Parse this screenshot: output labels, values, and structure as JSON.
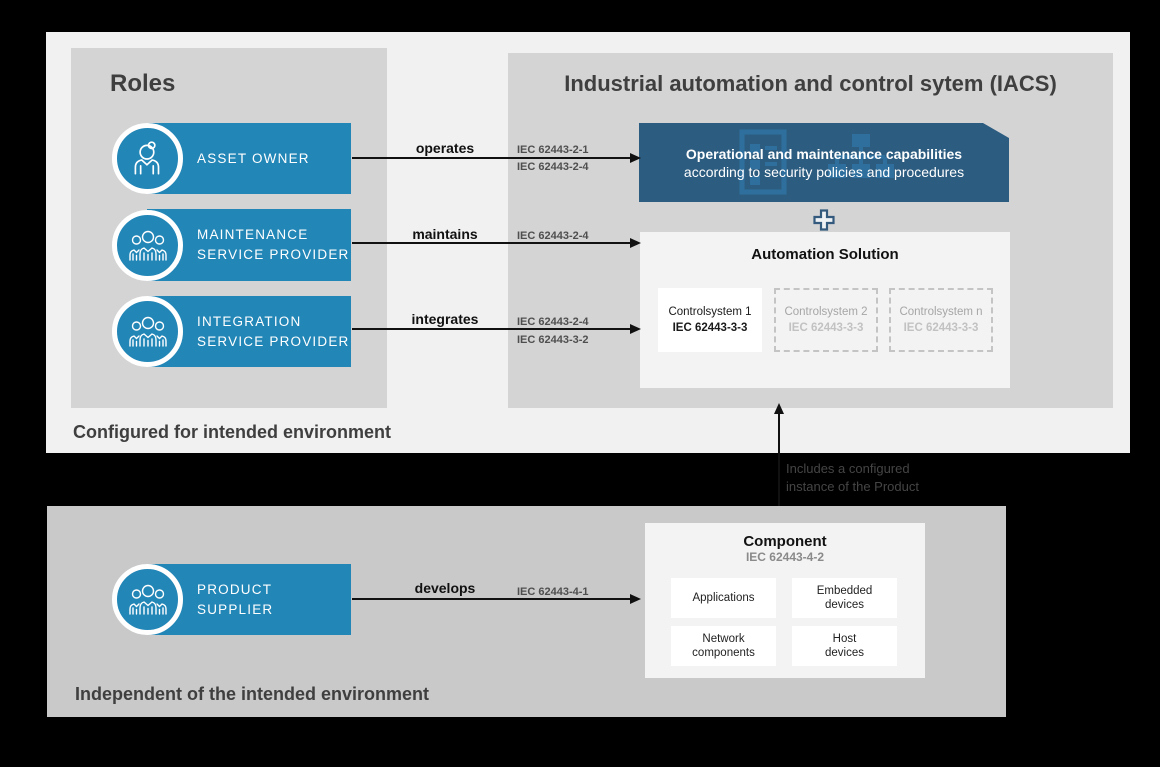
{
  "colors": {
    "accent_blue": "#2286b7",
    "dark_blue": "#2c5c80",
    "watermark_icon_blue": "#2e6f9e",
    "panel_gray": "#d4d4d4",
    "outer_gray": "#f1f1f1",
    "bottom_gray": "#c9c9c9",
    "inner_box_gray": "#f3f3f3",
    "title_gray": "#3f3f3f"
  },
  "top": {
    "roles_panel": {
      "title": "Roles",
      "items": [
        {
          "lines": [
            "ASSET OWNER"
          ]
        },
        {
          "lines": [
            "MAINTENANCE",
            "SERVICE PROVIDER"
          ]
        },
        {
          "lines": [
            "INTEGRATION",
            "SERVICE PROVIDER"
          ]
        }
      ]
    },
    "iacs_panel": {
      "title": "Industrial automation and control sytem (IACS)",
      "ops_box": {
        "line1": "Operational and maintenance capabilities",
        "line2": "according to security policies and procedures"
      },
      "automation_solution": {
        "title": "Automation Solution",
        "systems": [
          {
            "name": "Controlsystem 1",
            "code": "IEC 62443-3-3",
            "style": "solid"
          },
          {
            "name": "Controlsystem 2",
            "code": "IEC 62443-3-3",
            "style": "dashed"
          },
          {
            "name": "Controlsystem n",
            "code": "IEC 62443-3-3",
            "style": "dashed"
          }
        ]
      }
    },
    "arrows": [
      {
        "verb": "operates",
        "codes": [
          "IEC 62443-2-1",
          "IEC 62443-2-4"
        ]
      },
      {
        "verb": "maintains",
        "codes": [
          "IEC 62443-2-4"
        ]
      },
      {
        "verb": "integrates",
        "codes": [
          "IEC 62443-2-4",
          "IEC 62443-3-2"
        ]
      }
    ],
    "caption": "Configured for intended environment"
  },
  "connector_note": {
    "lines": [
      "Includes a configured",
      "instance of the Product"
    ]
  },
  "bottom": {
    "supplier": {
      "lines": [
        "PRODUCT",
        "SUPPLIER"
      ]
    },
    "arrow": {
      "verb": "develops",
      "codes": [
        "IEC 62443-4-1"
      ]
    },
    "component": {
      "title": "Component",
      "code": "IEC 62443-4-2",
      "items": [
        {
          "lines": [
            "Applications"
          ]
        },
        {
          "lines": [
            "Embedded",
            "devices"
          ]
        },
        {
          "lines": [
            "Network",
            "components"
          ]
        },
        {
          "lines": [
            "Host",
            "devices"
          ]
        }
      ]
    },
    "caption": "Independent of the intended environment"
  }
}
